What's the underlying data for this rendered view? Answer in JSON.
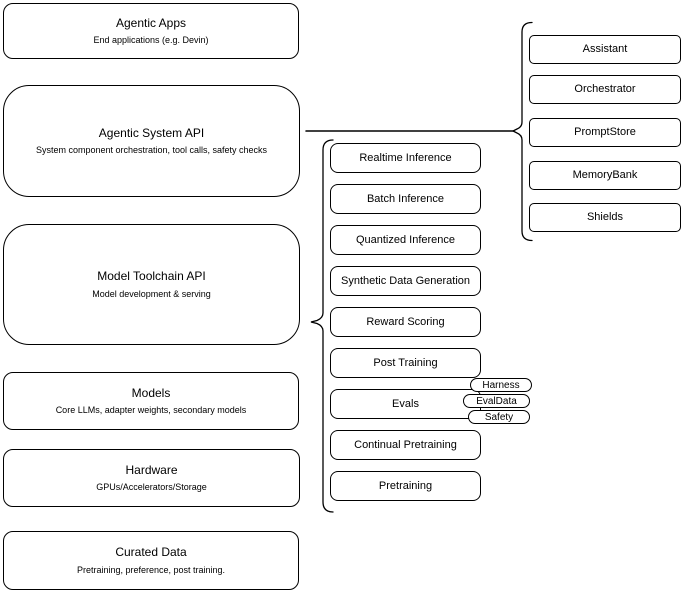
{
  "diagram": {
    "colors": {
      "stroke": "#000000",
      "background": "#ffffff"
    },
    "left_column": [
      {
        "title": "Agentic Apps",
        "subtitle": "End applications (e.g. Devin)"
      },
      {
        "title": "Agentic System API",
        "subtitle": "System component orchestration, tool calls, safety checks"
      },
      {
        "title": "Model Toolchain API",
        "subtitle": "Model development & serving"
      },
      {
        "title": "Models",
        "subtitle": "Core LLMs, adapter weights, secondary models"
      },
      {
        "title": "Hardware",
        "subtitle": "GPUs/Accelerators/Storage"
      },
      {
        "title": "Curated Data",
        "subtitle": "Pretraining, preference, post training."
      }
    ],
    "toolchain_items": [
      "Realtime Inference",
      "Batch Inference",
      "Quantized Inference",
      "Synthetic Data Generation",
      "Reward Scoring",
      "Post Training",
      "Evals",
      "Continual Pretraining",
      "Pretraining"
    ],
    "evals_tags": [
      "Harness",
      "EvalData",
      "Safety"
    ],
    "system_components": [
      "Assistant",
      "Orchestrator",
      "PromptStore",
      "MemoryBank",
      "Shields"
    ]
  }
}
